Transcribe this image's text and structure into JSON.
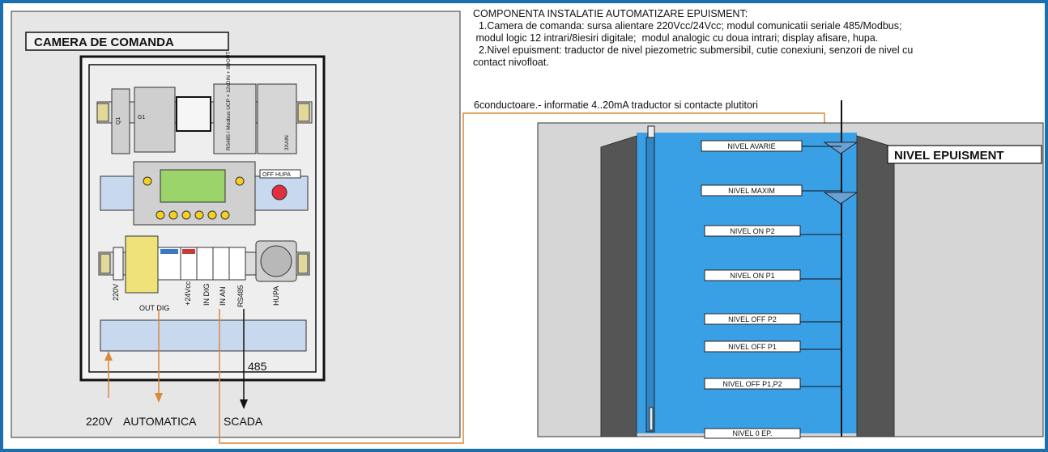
{
  "panel": {
    "title": "CAMERA DE COMANDA",
    "module_labels": {
      "q1": "Q1",
      "g1": "G1",
      "io": "RS485 / Modbus\nUCP +\n12xDIN + 8DOUT",
      "ain": "3XAIN",
      "off_hupa": "OFF HUPA"
    },
    "terminal_labels": [
      "220V",
      "OUT DIG",
      "+24Vcc",
      "IN DIG",
      "IN AN",
      "RS485",
      "HUPA"
    ],
    "bus_label": "485",
    "bottom_labels": {
      "left": "220V",
      "middle": "AUTOMATICA",
      "right": "SCADA"
    }
  },
  "description": {
    "heading": "COMPONENTA INSTALATIE AUTOMATIZARE EPUISMENT:",
    "item1": "  1.Camera de comanda: sursa alientare 220Vcc/24Vcc; modul comunicatii seriale 485/Modbus;\n modul logic 12 intrari/8iesiri digitale;  modul analogic cu doua intrari; display afisare, hupa.",
    "item2": "  2.Nivel epuisment: traductor de nivel piezometric submersibil, cutie conexiuni, senzori de nivel cu\ncontact nivofloat."
  },
  "cable_label": "6conductoare.- informatie 4..20mA traductor si contacte plutitori",
  "pit": {
    "title": "NIVEL EPUISMENT",
    "levels": [
      "NIVEL AVARIE",
      "NIVEL MAXIM",
      "NIVEL ON P2",
      "NIVEL ON P1",
      "NIVEL OFF P2",
      "NIVEL OFF P1",
      "NIVEL OFF P1,P2",
      "NIVEL 0 EP."
    ]
  },
  "colors": {
    "border": "#1a6fb0",
    "water": "#3aa0e6",
    "wire": "#d9893a",
    "panel_bg": "#e6e6e6"
  }
}
